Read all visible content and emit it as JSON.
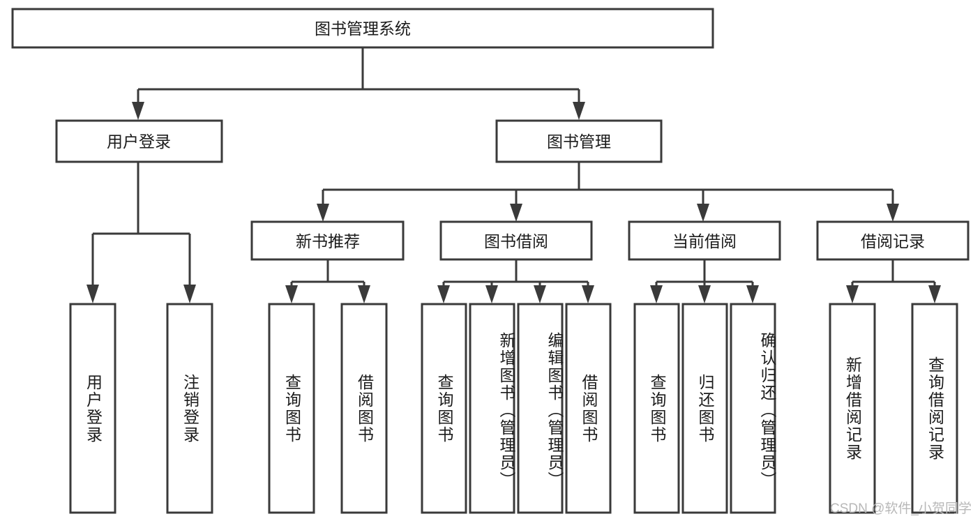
{
  "diagram": {
    "title": "图书管理系统",
    "type": "tree",
    "watermark": "CSDN @软件_小贺同学",
    "colors": {
      "box_fill": "#ffffff",
      "box_stroke": "#3a3a3a",
      "connector": "#3a3a3a",
      "text": "#1b1b1b",
      "watermark": "#b8b8b8",
      "background": "#ffffff"
    },
    "root": {
      "id": "root",
      "label": "图书管理系统"
    },
    "level2": [
      {
        "id": "user-login",
        "label": "用户登录"
      },
      {
        "id": "book-manage",
        "label": "图书管理"
      }
    ],
    "level3": [
      {
        "id": "new-book-recommend",
        "label": "新书推荐",
        "parent": "book-manage"
      },
      {
        "id": "book-borrow",
        "label": "图书借阅",
        "parent": "book-manage"
      },
      {
        "id": "current-borrow",
        "label": "当前借阅",
        "parent": "book-manage"
      },
      {
        "id": "borrow-record",
        "label": "借阅记录",
        "parent": "book-manage"
      }
    ],
    "leaves": [
      {
        "id": "leaf-user-login",
        "label": "用户登录",
        "parent": "user-login"
      },
      {
        "id": "leaf-user-logout",
        "label": "注销登录",
        "parent": "user-login"
      },
      {
        "id": "leaf-query-book-1",
        "label": "查询图书",
        "parent": "new-book-recommend"
      },
      {
        "id": "leaf-borrow-book-1",
        "label": "借阅图书",
        "parent": "new-book-recommend"
      },
      {
        "id": "leaf-query-book-2",
        "label": "查询图书",
        "parent": "book-borrow"
      },
      {
        "id": "leaf-add-book",
        "label": "新增图书（管理员）",
        "parent": "book-borrow"
      },
      {
        "id": "leaf-edit-book",
        "label": "编辑图书（管理员）",
        "parent": "book-borrow"
      },
      {
        "id": "leaf-borrow-book-2",
        "label": "借阅图书",
        "parent": "book-borrow"
      },
      {
        "id": "leaf-query-book-3",
        "label": "查询图书",
        "parent": "current-borrow"
      },
      {
        "id": "leaf-return-book",
        "label": "归还图书",
        "parent": "current-borrow"
      },
      {
        "id": "leaf-confirm-return",
        "label": "确认归还（管理员）",
        "parent": "current-borrow"
      },
      {
        "id": "leaf-add-record",
        "label": "新增借阅记录",
        "parent": "borrow-record"
      },
      {
        "id": "leaf-query-record",
        "label": "查询借阅记录",
        "parent": "borrow-record"
      }
    ]
  }
}
